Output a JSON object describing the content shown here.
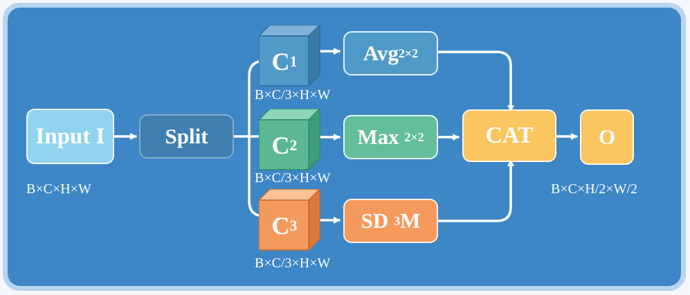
{
  "diagram": {
    "input": {
      "label": "Input I",
      "dims": "B×C×H×W"
    },
    "split": {
      "label": "Split"
    },
    "branches": [
      {
        "tensor": "C",
        "index": "1",
        "dims": "B×C/3×H×W",
        "op": "Avg",
        "op_sub": "2×2",
        "color": "#4f9ac9"
      },
      {
        "tensor": "C",
        "index": "2",
        "dims": "B×C/3×H×W",
        "op": "Max",
        "op_sub": "2×2",
        "color": "#63be9a"
      },
      {
        "tensor": "C",
        "index": "3",
        "dims": "B×C/3×H×W",
        "op": "SD",
        "op_sup": "3",
        "op_tail": "M",
        "color": "#f59a5f"
      }
    ],
    "concat": {
      "label": "CAT"
    },
    "output": {
      "label": "O",
      "dims": "B×C×H/2×W/2"
    },
    "colors": {
      "background": "#3d87c6",
      "border": "#b9d4ef",
      "connector": "#ffffff",
      "merge": "#fbc55f"
    }
  }
}
